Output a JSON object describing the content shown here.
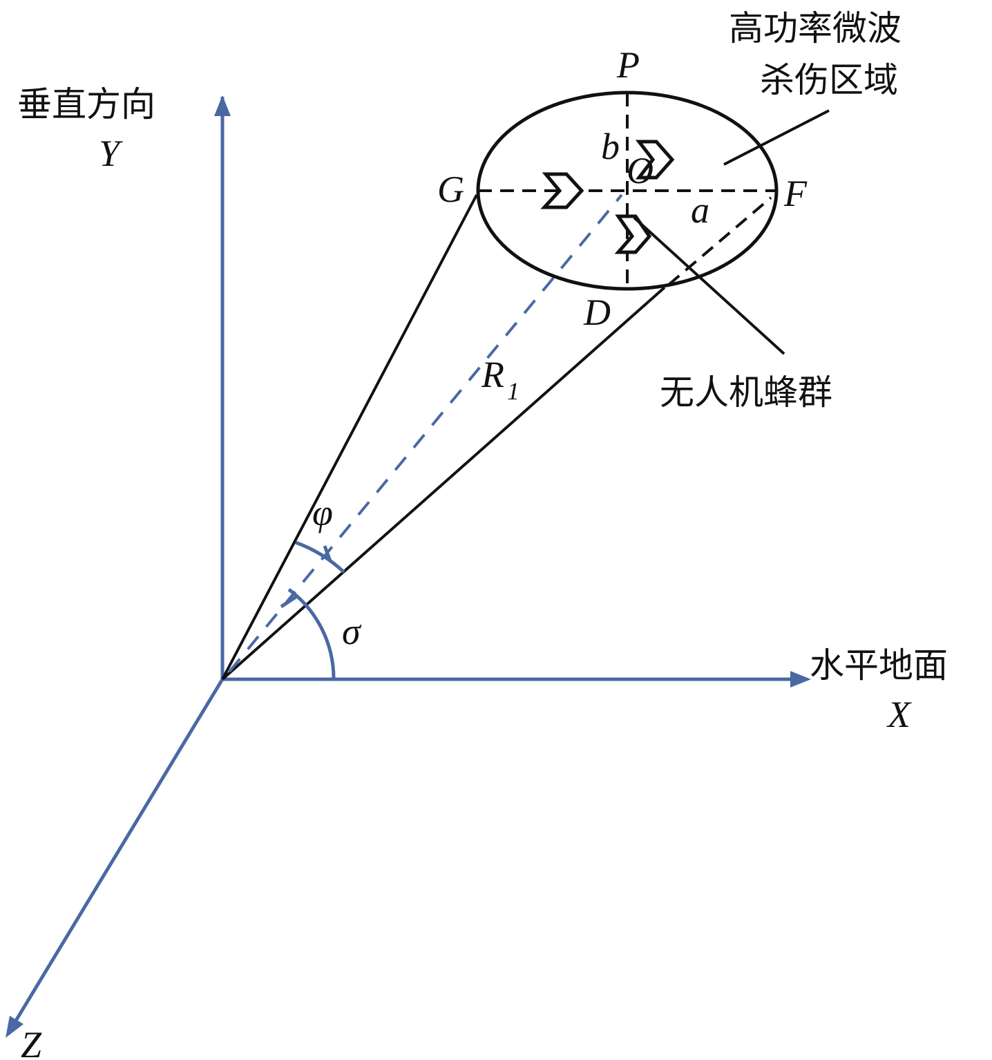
{
  "labels": {
    "hpm_zone_line1": "高功率微波",
    "hpm_zone_line2": "杀伤区域",
    "vertical_direction": "垂直方向",
    "y_axis": "Y",
    "horizontal_ground": "水平地面",
    "x_axis": "X",
    "z_axis": "Z",
    "point_p": "P",
    "point_o": "O",
    "point_g": "G",
    "point_f": "F",
    "point_d": "D",
    "semi_axis_a": "a",
    "semi_axis_b": "b",
    "range_r": "R",
    "range_r_sub": "1",
    "angle_phi": "φ",
    "angle_sigma": "σ",
    "drone_swarm": "无人机蜂群"
  },
  "colors": {
    "axis": "#4a69a3",
    "line": "#111111"
  }
}
